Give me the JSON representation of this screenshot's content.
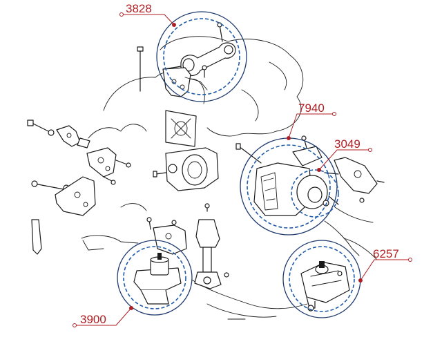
{
  "callouts": [
    {
      "id": "3828",
      "label": "3828"
    },
    {
      "id": "7940",
      "label": "7940"
    },
    {
      "id": "3049",
      "label": "3049"
    },
    {
      "id": "6257",
      "label": "6257"
    },
    {
      "id": "3900",
      "label": "3900"
    }
  ],
  "colors": {
    "label": "#b01e23",
    "ring": "#1f3a6e",
    "line_art": "#1a1a1a"
  }
}
